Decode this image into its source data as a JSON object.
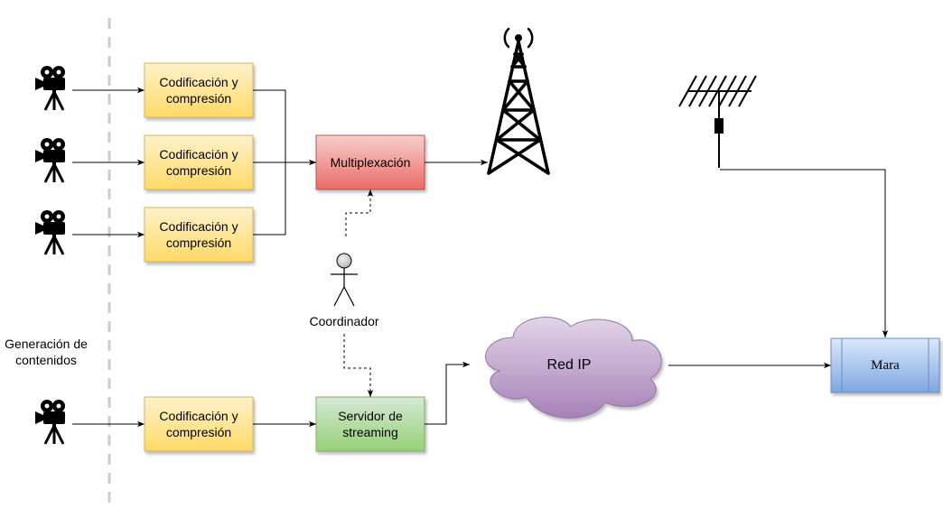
{
  "labels": {
    "enc1": "Codificación y compresión",
    "enc2": "Codificación y compresión",
    "enc3": "Codificación y compresión",
    "enc4": "Codificación y compresión",
    "mux": "Multiplexación",
    "stream": "Servidor de streaming",
    "cloud": "Red IP",
    "mara": "Mara",
    "actor": "Coordinador",
    "generation": "Generación de contenidos"
  },
  "colors": {
    "encoder_fill_top": "#fff2cc",
    "encoder_fill_bottom": "#ffd966",
    "encoder_stroke": "#d6b656",
    "mux_fill_top": "#f8cecc",
    "mux_fill_bottom": "#ea6b66",
    "mux_stroke": "#b85450",
    "stream_fill_top": "#d5e8d4",
    "stream_fill_bottom": "#97d077",
    "stream_stroke": "#82b366",
    "cloud_fill_top": "#e1d5e7",
    "cloud_fill_bottom": "#a680b8",
    "cloud_stroke": "#9673a6",
    "mara_fill_top": "#dae8fc",
    "mara_fill_bottom": "#7ea6e0",
    "mara_stroke": "#6c8ebf",
    "separator": "#cccccc"
  },
  "icons": [
    "video-camera-icon",
    "transmission-tower-icon",
    "tv-antenna-icon",
    "actor-icon"
  ]
}
